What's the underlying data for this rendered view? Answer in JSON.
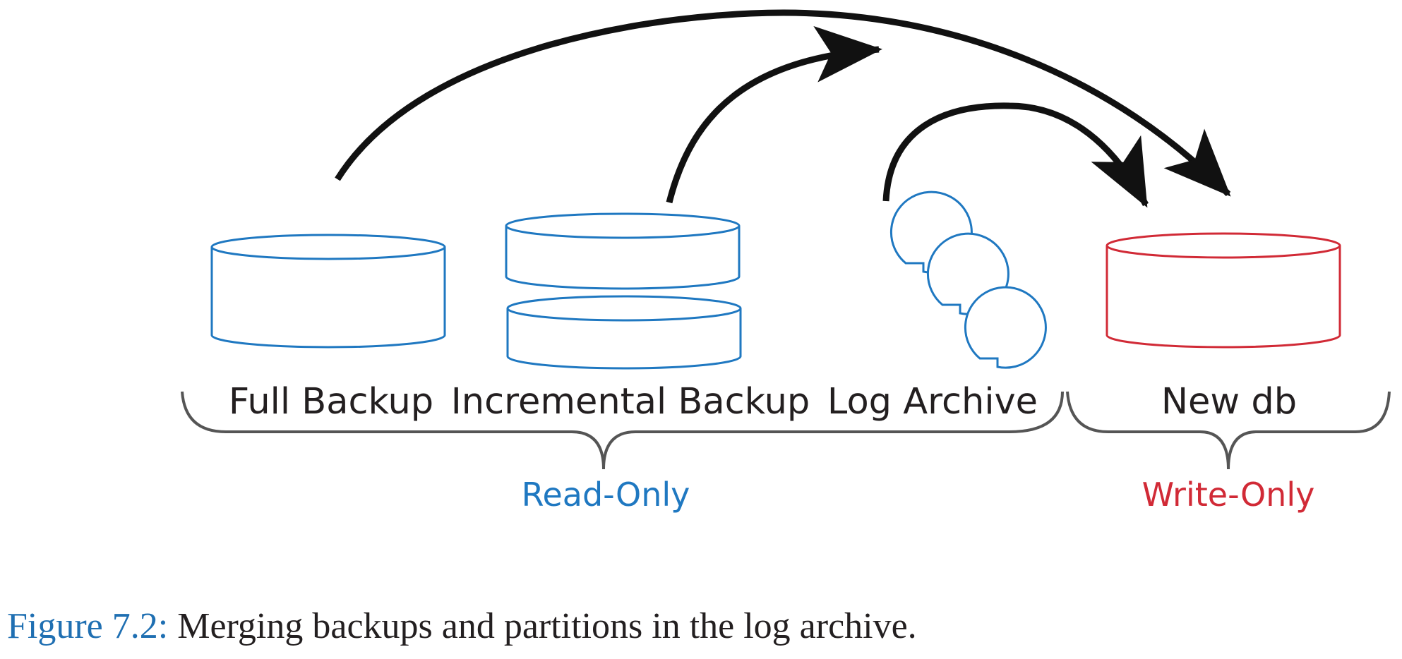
{
  "nodes": {
    "full_backup": "Full Backup",
    "incremental_backup": "Incremental Backup",
    "log_archive": "Log Archive",
    "new_db": "New db"
  },
  "groups": {
    "read_only": "Read-Only",
    "write_only": "Write-Only"
  },
  "caption": {
    "number": "Figure 7.2:",
    "text": " Merging backups and partitions in the log archive."
  },
  "colors": {
    "read_only": "#1f78c1",
    "write_only": "#d12a36",
    "arrow": "#111111",
    "brace": "#555555"
  }
}
